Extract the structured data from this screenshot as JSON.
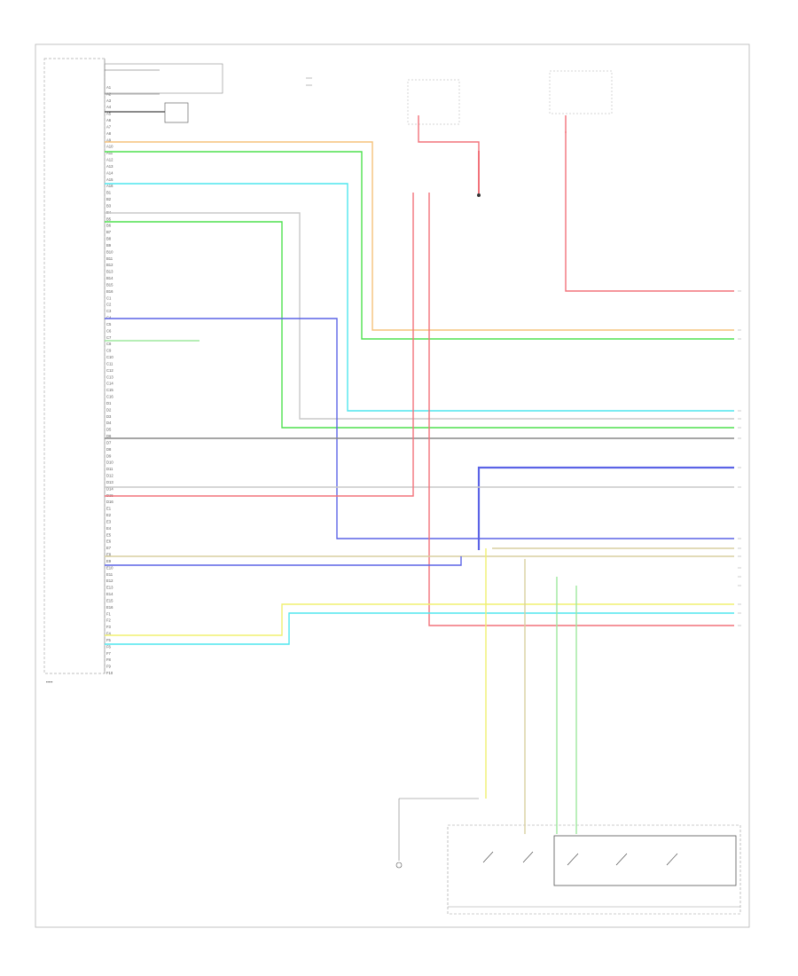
{
  "frame_ref": "",
  "fuses": [
    {
      "id": "fuse-left",
      "label": ""
    },
    {
      "id": "fuse-right",
      "label": ""
    }
  ],
  "connector_pins": [
    "A1",
    "A2",
    "A3",
    "A4",
    "A5",
    "A6",
    "A7",
    "A8",
    "A9",
    "A10",
    "A11",
    "A12",
    "A13",
    "A14",
    "A15",
    "A16",
    "B1",
    "B2",
    "B3",
    "B4",
    "B5",
    "B6",
    "B7",
    "B8",
    "B9",
    "B10",
    "B11",
    "B12",
    "B13",
    "B14",
    "B15",
    "B16",
    "C1",
    "C2",
    "C3",
    "C4",
    "C5",
    "C6",
    "C7",
    "C8",
    "C9",
    "C10",
    "C11",
    "C12",
    "C13",
    "C14",
    "C15",
    "C16",
    "D1",
    "D2",
    "D3",
    "D4",
    "D5",
    "D6",
    "D7",
    "D8",
    "D9",
    "D10",
    "D11",
    "D12",
    "D13",
    "D14",
    "D15",
    "D16",
    "E1",
    "E2",
    "E3",
    "E4",
    "E5",
    "E6",
    "E7",
    "E8",
    "E9",
    "E10",
    "E11",
    "E12",
    "E13",
    "E14",
    "E15",
    "E16",
    "F1",
    "F2",
    "F3",
    "F4",
    "F5",
    "F6",
    "F7",
    "F8",
    "F9",
    "F10"
  ],
  "colors": {
    "orange": "#f5c27a",
    "green": "#4ee04e",
    "cyan": "#4fe6ee",
    "gray": "#c9c9c9",
    "blue": "#5b63e6",
    "red": "#f2727a",
    "yellow": "#f0f070",
    "tan": "#d8cfa0",
    "darkgray": "#888888",
    "lightgreen": "#9ee89e"
  }
}
